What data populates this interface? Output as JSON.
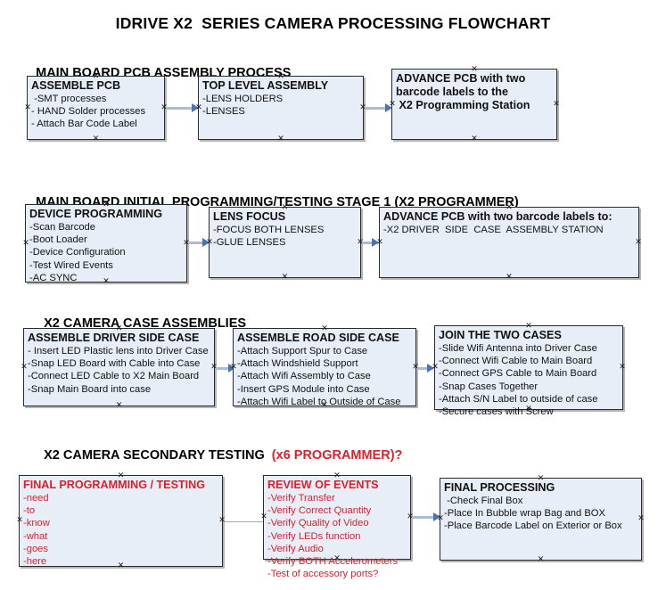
{
  "document": {
    "title": "IDRIVE X2  SERIES CAMERA PROCESSING FLOWCHART"
  },
  "sections": [
    {
      "id": "main-board-pcb-assembly-process",
      "title": "MAIN BOARD PCB ASSEMBLY PROCESS",
      "title_accent": ""
    },
    {
      "id": "main-board-initial-programming",
      "title": "MAIN BOARD INITIAL PROGRAMMING/TESTING STAGE 1 (X2 PROGRAMMER)",
      "title_accent": ""
    },
    {
      "id": "x2-camera-case-assemblies",
      "title": "X2 CAMERA CASE ASSEMBLIES",
      "title_accent": ""
    },
    {
      "id": "x2-camera-secondary-testing",
      "title": "X2 CAMERA SECONDARY TESTING  ",
      "title_accent": "(x6 PROGRAMMER)?"
    }
  ],
  "nodes": {
    "assemble_pcb": {
      "heading": "ASSEMBLE PCB",
      "lines": [
        " -SMT processes",
        "- HAND Solder processes",
        "- Attach Bar Code Label"
      ]
    },
    "top_level_assembly": {
      "heading": "TOP LEVEL ASSEMBLY",
      "lines": [
        "-LENS HOLDERS",
        "-LENSES"
      ]
    },
    "advance_pcb_station": {
      "heading": "ADVANCE PCB with two",
      "lines": [
        "barcode labels to the",
        " X2 Programming Station"
      ]
    },
    "device_programming": {
      "heading": "DEVICE PROGRAMMING",
      "lines": [
        "-Scan Barcode",
        "-Boot Loader",
        "-Device Configuration",
        "-Test Wired Events",
        "-AC SYNC"
      ]
    },
    "lens_focus": {
      "heading": "LENS FOCUS",
      "lines": [
        "-FOCUS BOTH LENSES",
        "-GLUE LENSES"
      ]
    },
    "advance_pcb_driver_side": {
      "heading": "ADVANCE PCB with two barcode labels to:",
      "lines": [
        "-X2 DRIVER  SIDE  CASE  ASSEMBLY STATION"
      ]
    },
    "assemble_driver_side_case": {
      "heading": "ASSEMBLE DRIVER SIDE CASE",
      "lines": [
        "- Insert LED Plastic lens into Driver Case",
        "-Snap LED Board with Cable into Case",
        "-Connect LED Cable to X2 Main Board",
        "-Snap Main Board into case"
      ]
    },
    "assemble_road_side_case": {
      "heading": "ASSEMBLE ROAD SIDE CASE",
      "lines": [
        "-Attach Support Spur to Case",
        "-Attach Windshield Support",
        "-Attach Wifi Assembly to Case",
        "-Insert GPS Module into Case",
        "-Attach Wifi Label to Outside of Case"
      ]
    },
    "join_the_two_cases": {
      "heading": "JOIN THE TWO CASES",
      "lines": [
        "-Slide Wifi Antenna into Driver Case",
        "-Connect Wifi Cable to Main Board",
        "-Connect GPS Cable to Main Board",
        "-Snap Cases Together",
        "-Attach S/N Label to outside of case",
        "-Secure cases with Screw"
      ]
    },
    "final_programming_testing": {
      "heading": "FINAL PROGRAMMING / TESTING",
      "lines": [
        "-need",
        "-to",
        "-know",
        "-what",
        "-goes",
        "-here"
      ]
    },
    "review_of_events": {
      "heading": "REVIEW OF EVENTS",
      "lines": [
        "-Verify Transfer",
        "-Verify Correct Quantity",
        "-Verify Quality of Video",
        "-Verify LEDs function",
        "-Verify Audio",
        "-Verify BOTH Accelerometers",
        "-Test of accessory ports?"
      ]
    },
    "final_processing": {
      "heading": "FINAL PROCESSING",
      "lines": [
        " -Check Final Box",
        "-Place In Bubble wrap Bag and BOX",
        "-Place Barcode Label on Exterior or Box"
      ]
    }
  },
  "colors": {
    "node_fill": "#e8eef7",
    "node_border": "#2a2a2a",
    "accent_red": "#d9212c",
    "connector_line": "#a8bcd4",
    "arrow_head": "#4a72b8",
    "text": "#111111"
  }
}
